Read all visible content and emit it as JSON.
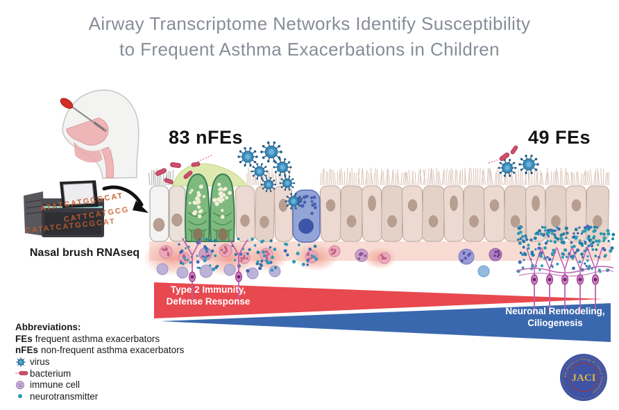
{
  "title": {
    "line1": "Airway Transcriptome Networks Identify Susceptibility",
    "line2": "to Frequent Asthma Exacerbations in Children"
  },
  "groups": {
    "nfe_label": "83 nFEs",
    "fe_label": "49 FEs"
  },
  "method": {
    "label": "Nasal brush RNAseq",
    "dna_rows": [
      "ATATCATGCGCAT",
      "CATTCATGCG",
      "CATATCATGCGCAT"
    ]
  },
  "wedges": {
    "red": {
      "line1": "Type 2 Immunity,",
      "line2": "Defense Response",
      "color": "#e8484f"
    },
    "blue": {
      "line1": "Neuronal Remodeling,",
      "line2": "Ciliogenesis",
      "color": "#3a68ae"
    }
  },
  "abbreviations": {
    "heading": "Abbreviations:",
    "terms": [
      {
        "term": "FEs",
        "definition": "frequent asthma exacerbators"
      },
      {
        "term": "nFEs",
        "definition": "non-frequent asthma exacerbators"
      }
    ],
    "legend": [
      {
        "icon": "virus-icon",
        "label": "virus"
      },
      {
        "icon": "bacterium-icon",
        "label": "bacterium"
      },
      {
        "icon": "immune-cell-icon",
        "label": "immune cell"
      },
      {
        "icon": "neurotransmitter-icon",
        "label": "neurotransmitter"
      }
    ]
  },
  "logo": {
    "acronym": "JACI",
    "ring_text": "The Journal of Allergy & Clinical Immunology",
    "disc_color": "#3f53a6",
    "text_color": "#d9b544"
  },
  "palette": {
    "virus": "#3a8fc0",
    "bacterium": "#cf4f69",
    "immune_cell": "#cbb3da",
    "neurotransmitter": "#2a9cb4",
    "neuron": "#bb5fb0",
    "epithelium": "#e9d7cf",
    "goblet_cell": "#7eb97e",
    "title_text": "#878d97"
  }
}
